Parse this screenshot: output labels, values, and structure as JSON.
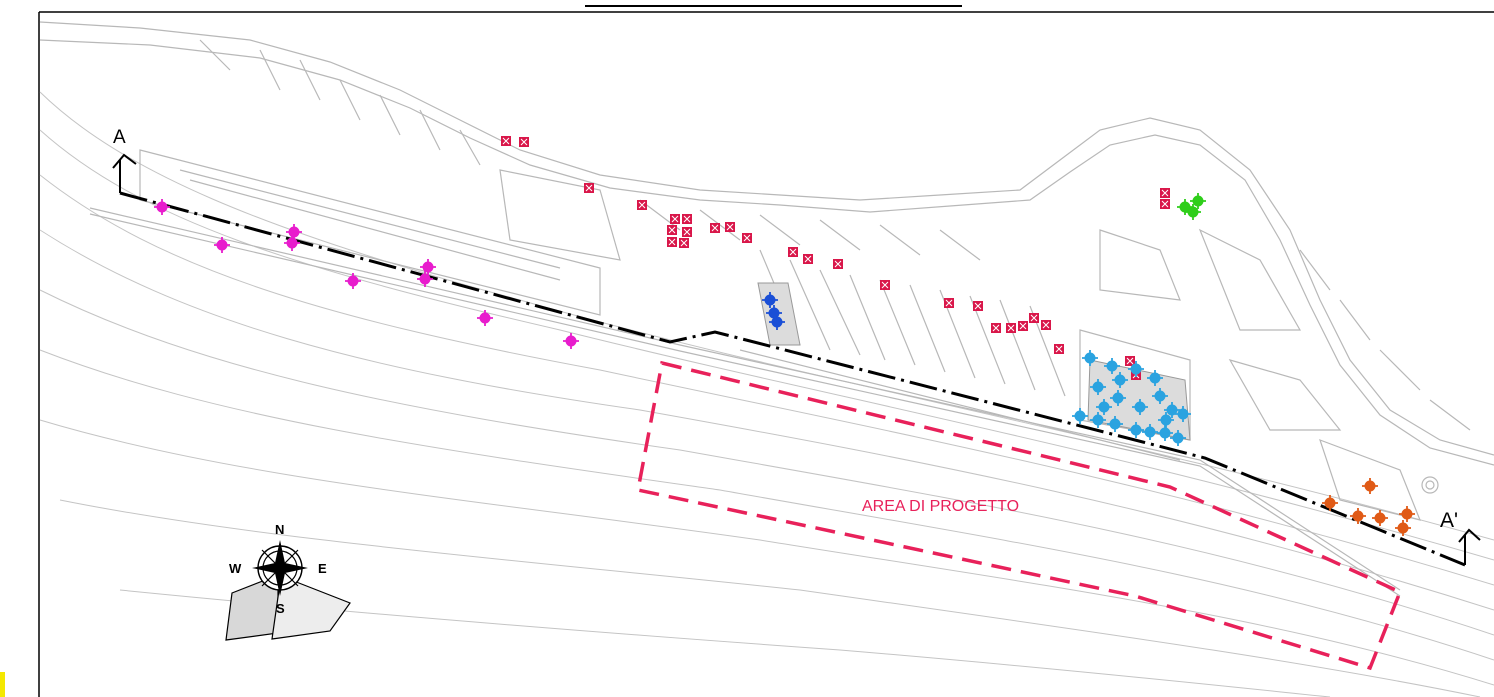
{
  "map": {
    "area_label": "AREA DI PROGETTO",
    "section_start_label": "A",
    "section_end_label": "A'",
    "compass": {
      "north": "N",
      "south": "S",
      "east": "E",
      "west": "W"
    },
    "colors": {
      "project_area": "#e8215a",
      "section_line": "#000000",
      "magenta_markers": "#e81ccd",
      "red_markers": "#d9174a",
      "blue_markers": "#1a4fd6",
      "cyan_markers": "#2aa3e0",
      "green_markers": "#2fce1a",
      "orange_markers": "#e05a16",
      "base_map": "#b8b8b8"
    },
    "legend_icons": [
      "compass-rose-icon",
      "wind-sector-icon"
    ]
  }
}
